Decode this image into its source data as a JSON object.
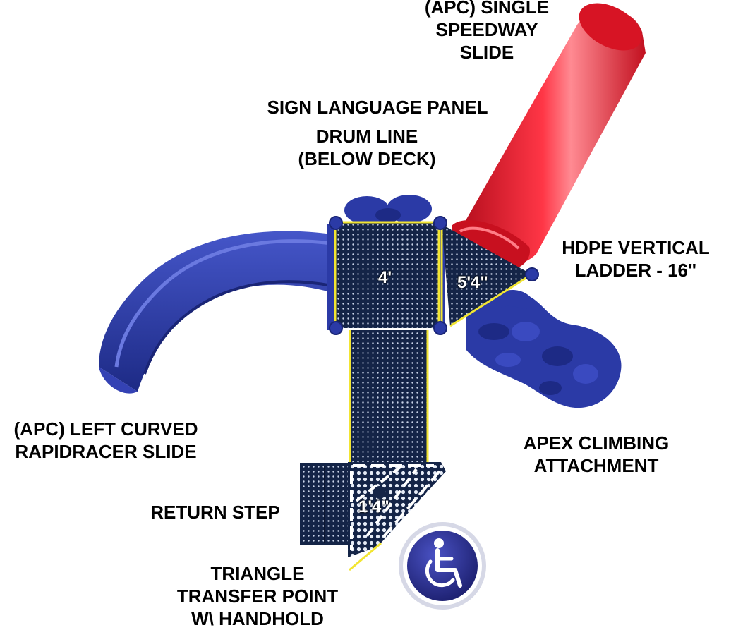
{
  "labels": {
    "speedway_slide": [
      "(APC) SINGLE",
      "SPEEDWAY",
      "SLIDE"
    ],
    "sign_panel": "SIGN LANGUAGE PANEL",
    "drum_line": [
      "DRUM LINE",
      "(BELOW DECK)"
    ],
    "vertical_ladder": [
      "HDPE VERTICAL",
      "LADDER - 16\""
    ],
    "curved_slide": [
      "(APC) LEFT CURVED",
      "RAPIDRACER SLIDE"
    ],
    "apex_climbing": [
      "APEX CLIMBING",
      "ATTACHMENT"
    ],
    "return_step": "RETURN STEP",
    "transfer_point": [
      "TRIANGLE",
      "TRANSFER POINT",
      "W\\ HANDHOLD"
    ]
  },
  "deck_heights": {
    "square_deck": "4'",
    "triangle_deck": "5'4\"",
    "transfer_deck": "1'4\""
  },
  "icons": {
    "accessibility": "wheelchair-accessibility-icon"
  },
  "colors": {
    "slide_red": "#e8192c",
    "slide_blue": "#2b3aa6",
    "deck_navy": "#142447",
    "border_yellow": "#f2e532",
    "access_badge": "#2a2f9a"
  }
}
